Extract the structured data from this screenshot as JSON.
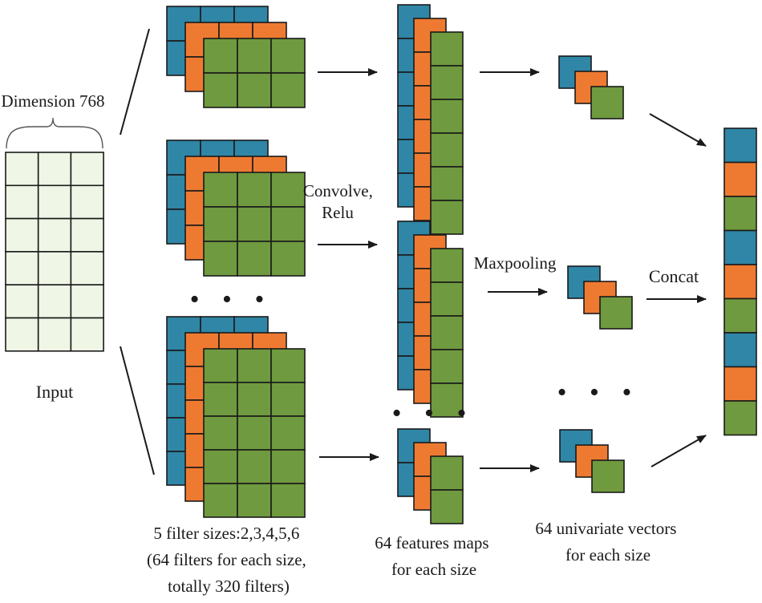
{
  "colors": {
    "blue": "#2f86a6",
    "orange": "#ee7a31",
    "green": "#6f9a3f",
    "input_fill": "#eff6e6",
    "stroke": "#1a1a1a"
  },
  "labels": {
    "dimension": "Dimension 768",
    "input": "Input",
    "convolve": [
      "Convolve,",
      "Relu"
    ],
    "maxpooling": "Maxpooling",
    "concat": "Concat",
    "filters": [
      "5 filter sizes:2,3,4,5,6",
      "(64 filters for each size,",
      "totally 320 filters)"
    ],
    "feature_maps": [
      "64 features maps",
      "for each size"
    ],
    "univariate": [
      "64 univariate vectors",
      "for each size"
    ]
  },
  "ellipsis": "• • •",
  "input_grid": {
    "rows": 6,
    "cols": 3
  },
  "filter_groups": [
    {
      "name": "filter-group-1",
      "rows": 2
    },
    {
      "name": "filter-group-2",
      "rows": 3
    },
    {
      "name": "filter-group-3",
      "rows": 5
    }
  ],
  "feature_maps": [
    {
      "name": "feature-map-1",
      "cells": 6
    },
    {
      "name": "feature-map-2",
      "cells": 5
    },
    {
      "name": "feature-map-3",
      "cells": 2
    }
  ],
  "pooled_vectors": [
    "pooled-vector-1",
    "pooled-vector-2",
    "pooled-vector-3"
  ],
  "concat_vector": [
    "blue",
    "orange",
    "green",
    "blue",
    "orange",
    "green",
    "blue",
    "orange",
    "green"
  ]
}
